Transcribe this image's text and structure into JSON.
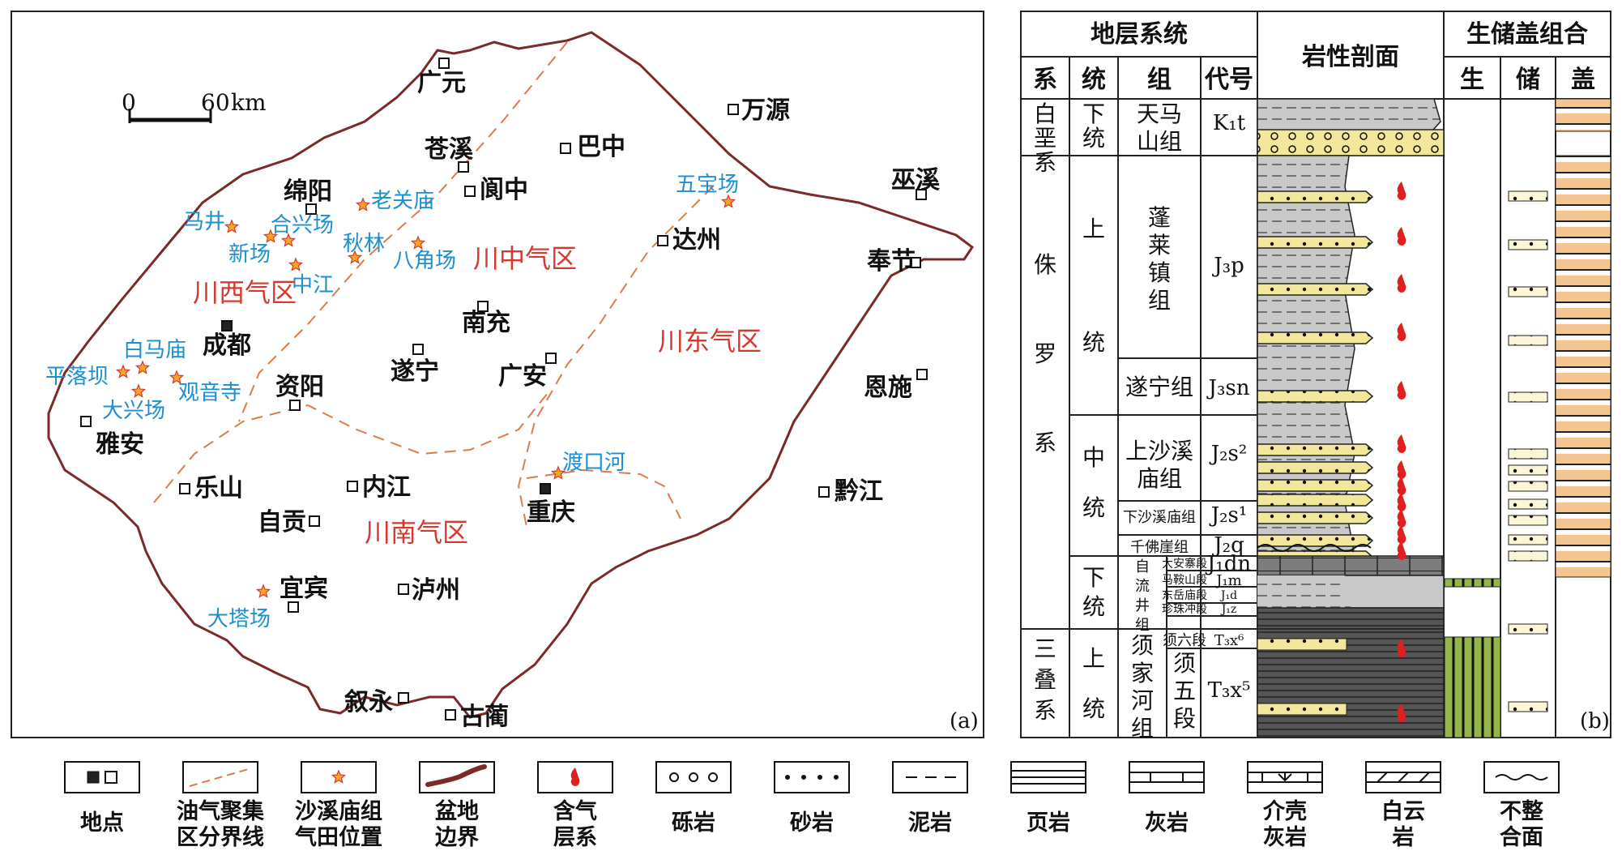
{
  "panel_a": {
    "tag": "(a)",
    "scale": {
      "zero": "0",
      "end": "60",
      "unit": "km"
    },
    "cities": [
      {
        "name": "广元"
      },
      {
        "name": "万源"
      },
      {
        "name": "苍溪"
      },
      {
        "name": "巴中"
      },
      {
        "name": "巫溪"
      },
      {
        "name": "绵阳"
      },
      {
        "name": "阆中"
      },
      {
        "name": "达州"
      },
      {
        "name": "奉节"
      },
      {
        "name": "成都"
      },
      {
        "name": "南充"
      },
      {
        "name": "遂宁"
      },
      {
        "name": "广安"
      },
      {
        "name": "资阳"
      },
      {
        "name": "恩施"
      },
      {
        "name": "雅安"
      },
      {
        "name": "乐山"
      },
      {
        "name": "内江"
      },
      {
        "name": "重庆"
      },
      {
        "name": "黔江"
      },
      {
        "name": "自贡"
      },
      {
        "name": "宜宾"
      },
      {
        "name": "泸州"
      },
      {
        "name": "叙永"
      },
      {
        "name": "古蔺"
      }
    ],
    "fields": [
      {
        "name": "马井"
      },
      {
        "name": "合兴场"
      },
      {
        "name": "老关庙"
      },
      {
        "name": "新场"
      },
      {
        "name": "秋林"
      },
      {
        "name": "八角场"
      },
      {
        "name": "中江"
      },
      {
        "name": "五宝场"
      },
      {
        "name": "白马庙"
      },
      {
        "name": "平落坝"
      },
      {
        "name": "观音寺"
      },
      {
        "name": "大兴场"
      },
      {
        "name": "渡口河"
      },
      {
        "name": "大塔场"
      }
    ],
    "regions": [
      {
        "name": "川中气区"
      },
      {
        "name": "川西气区"
      },
      {
        "name": "川东气区"
      },
      {
        "name": "川南气区"
      }
    ],
    "colors": {
      "boundary": "#7b2a2a",
      "zone_line": "#e07a4a",
      "field": "#1c8fd0",
      "region": "#d43a2f"
    }
  },
  "panel_b": {
    "tag": "(b)",
    "headers": {
      "strat": "地层系统",
      "litho": "岩性剖面",
      "combo": "生储盖组合",
      "system": "系",
      "series": "统",
      "formation": "组",
      "code": "代号",
      "source": "生",
      "reservoir": "储",
      "cap": "盖"
    },
    "systems": [
      {
        "name": "白垩系"
      },
      {
        "name": "侏罗系"
      },
      {
        "name": "三叠系"
      }
    ],
    "series": [
      {
        "name": "下统"
      },
      {
        "name": "上统"
      },
      {
        "name": "中统"
      },
      {
        "name": "下统"
      },
      {
        "name": "上统"
      }
    ],
    "formations": [
      {
        "name": "天马山组",
        "code": "K₁t"
      },
      {
        "name": "蓬莱镇组",
        "code": "J₃p"
      },
      {
        "name": "遂宁组",
        "code": "J₃sn"
      },
      {
        "name": "上沙溪庙组",
        "code": "J₂s²"
      },
      {
        "name": "下沙溪庙组",
        "code": "J₂s¹"
      },
      {
        "name": "千佛崖组",
        "code": "J₂q"
      },
      {
        "name": "自流井组",
        "code": ""
      },
      {
        "name": "须家河组",
        "code": ""
      }
    ],
    "members": [
      {
        "name": "大安寨段",
        "code": "J₁dn"
      },
      {
        "name": "马鞍山段",
        "code": "J₁m"
      },
      {
        "name": "东岳庙段",
        "code": "J₁d"
      },
      {
        "name": "珍珠冲段",
        "code": "J₁z"
      },
      {
        "name": "须六段",
        "code": "T₃x⁶"
      },
      {
        "name": "须五段",
        "code": "T₃x⁵"
      }
    ]
  },
  "legend": [
    {
      "label": "地点",
      "icon": "location-icon"
    },
    {
      "label": "油气聚集区分界线",
      "icon": "zone-boundary-icon"
    },
    {
      "label": "沙溪庙组气田位置",
      "icon": "gas-field-star-icon"
    },
    {
      "label": "盆地边界",
      "icon": "basin-boundary-icon"
    },
    {
      "label": "含气层系",
      "icon": "gas-flame-icon"
    },
    {
      "label": "砾岩",
      "icon": "conglomerate-icon"
    },
    {
      "label": "砂岩",
      "icon": "sandstone-icon"
    },
    {
      "label": "泥岩",
      "icon": "mudstone-icon"
    },
    {
      "label": "页岩",
      "icon": "shale-icon"
    },
    {
      "label": "灰岩",
      "icon": "limestone-icon"
    },
    {
      "label": "介壳灰岩",
      "icon": "shell-limestone-icon"
    },
    {
      "label": "白云岩",
      "icon": "dolomite-icon"
    },
    {
      "label": "不整合面",
      "icon": "unconformity-icon"
    }
  ]
}
